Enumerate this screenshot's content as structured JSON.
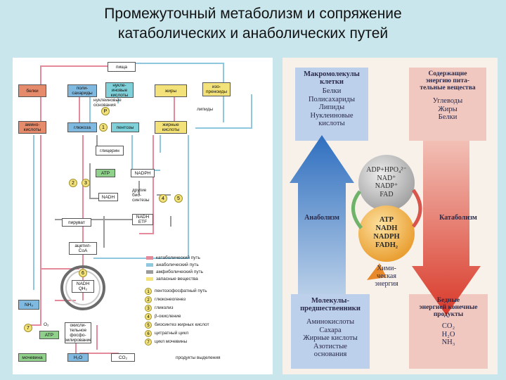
{
  "slide": {
    "title_line1": "Промежуточный метаболизм и сопряжение",
    "title_line2": "катаболических и анаболических путей"
  },
  "left_diagram": {
    "food": "пища",
    "proteins": "белки",
    "polysaccharides": "поли-\nсахариды",
    "nucleic_acids": "нукле-\nиновые\nкислоты",
    "fats": "жиры",
    "isoprenoids": "изо-\nпреноиды",
    "nucleic_bases": "нуклеиновые\nоснования",
    "lipids": "липиды",
    "amino_acids": "амино-\nкислоты",
    "glucose": "глюкоза",
    "pentoses": "пентозы",
    "fatty_acids": "жирные\nкислоты",
    "glycerin": "глицерин",
    "atp": "АТР",
    "nadph": "NADPH",
    "nadh": "NADH",
    "other_biosyntheses": "другие\nбио-\nсинтезы",
    "nadh_etf": "NADH\nETF",
    "pyruvate": "пируват",
    "acetyl_coa": "ацетил-\nCoA",
    "nadh_qh2": "NADH\nQH₂",
    "nh3": "NH₃",
    "o2": "O₂",
    "atp_bottom": "АТР",
    "ox_phos": "окисли-\nтельное\nфосфо-\nрилирование",
    "urea": "мочевина",
    "h2o": "H₂O",
    "co2": "CO₂",
    "excretion": "продукты выделения",
    "p": "P",
    "legend": [
      {
        "label": "катаболический путь",
        "color": "#e58a9a"
      },
      {
        "label": "анаболический путь",
        "color": "#8fc7df"
      },
      {
        "label": "амфиболический путь",
        "color": "#9a9a9a"
      },
      {
        "label": "запасные вещества",
        "color": "#f3e27a"
      }
    ],
    "pathways": [
      {
        "n": "1",
        "label": "пентозофосфатный путь"
      },
      {
        "n": "2",
        "label": "глюконеогенез"
      },
      {
        "n": "3",
        "label": "гликолиз"
      },
      {
        "n": "4",
        "label": "β-окисление"
      },
      {
        "n": "5",
        "label": "биосинтез жирных кислот"
      },
      {
        "n": "6",
        "label": "цитратный цикл"
      },
      {
        "n": "7",
        "label": "цикл мочевины"
      }
    ],
    "circle_nums": [
      "1",
      "2",
      "3",
      "4",
      "5",
      "6",
      "7"
    ]
  },
  "right_diagram": {
    "macromolecules_title": "Макромолекулы\nклетки",
    "macromolecules_items": "Белки\nПолисахариды\nЛипиды\nНуклеиновые\nкислоты",
    "nutrients_title": "Содержащие\nэнергию пита-\nтельные вещества",
    "nutrients_items": "Углеводы\nЖиры\nБелки",
    "gray_circle": "ADP+HPO₄²⁻\nNAD⁺\nNADP⁺\nFAD",
    "orange_circle": "ATP\nNADH\nNADPH\nFADH₂",
    "anabolism": "Анаболизм",
    "catabolism": "Катаболизм",
    "chemical_energy": "Хими-\nческая\nэнергия",
    "precursors_title": "Молекулы-\nпредшественники",
    "precursors_items": "Аминокислоты\nСахара\nЖирные кислоты\nАзотистые\nоснования",
    "products_title": "Бедные\nэнергией конечные\nпродукты",
    "products_items": "CO₂\nH₂O\nNH₃"
  }
}
